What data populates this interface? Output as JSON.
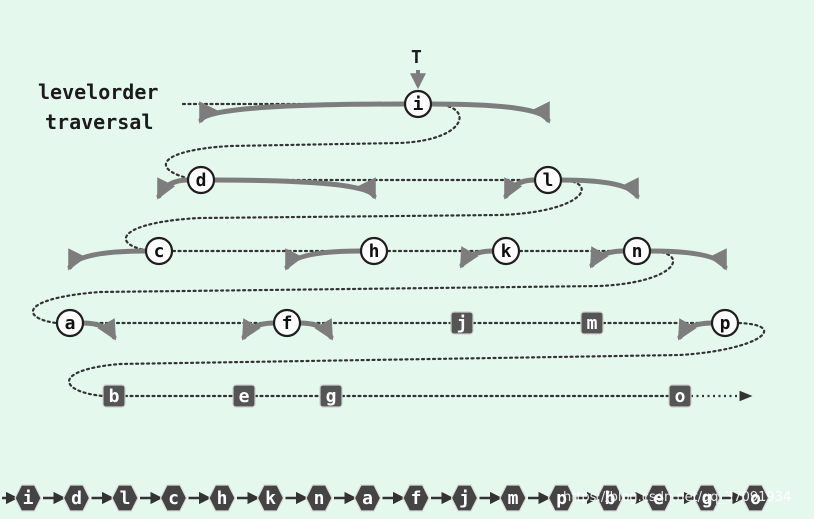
{
  "title_lines": [
    "levelorder",
    "traversal"
  ],
  "root_label": "T",
  "nodes": [
    {
      "id": "i",
      "shape": "circle"
    },
    {
      "id": "d",
      "shape": "circle"
    },
    {
      "id": "l",
      "shape": "circle"
    },
    {
      "id": "c",
      "shape": "circle"
    },
    {
      "id": "h",
      "shape": "circle"
    },
    {
      "id": "k",
      "shape": "circle"
    },
    {
      "id": "n",
      "shape": "circle"
    },
    {
      "id": "a",
      "shape": "circle"
    },
    {
      "id": "f",
      "shape": "circle"
    },
    {
      "id": "j",
      "shape": "square"
    },
    {
      "id": "m",
      "shape": "square"
    },
    {
      "id": "p",
      "shape": "circle"
    },
    {
      "id": "b",
      "shape": "square"
    },
    {
      "id": "e",
      "shape": "square"
    },
    {
      "id": "g",
      "shape": "square"
    },
    {
      "id": "o",
      "shape": "square"
    }
  ],
  "edges": [
    [
      "i",
      "d"
    ],
    [
      "i",
      "l"
    ],
    [
      "d",
      "c"
    ],
    [
      "d",
      "h"
    ],
    [
      "l",
      "k"
    ],
    [
      "l",
      "n"
    ],
    [
      "c",
      "a"
    ],
    [
      "h",
      "f"
    ],
    [
      "k",
      "j"
    ],
    [
      "n",
      "m"
    ],
    [
      "n",
      "p"
    ],
    [
      "a",
      "b"
    ],
    [
      "f",
      "e"
    ],
    [
      "f",
      "g"
    ],
    [
      "p",
      "o"
    ]
  ],
  "traversal_order": [
    "i",
    "d",
    "l",
    "c",
    "h",
    "k",
    "n",
    "a",
    "f",
    "j",
    "m",
    "p",
    "b",
    "e",
    "g",
    "o"
  ],
  "sequence": [
    "i",
    "d",
    "l",
    "c",
    "h",
    "k",
    "n",
    "a",
    "f",
    "j",
    "m",
    "p",
    "b",
    "e",
    "g",
    "o"
  ],
  "watermark": "https://blog.csdn.net/qq_37091934",
  "colors": {
    "background": "#e5f8ee",
    "edge": "#7d7d7d",
    "node_fill": "#ffffff",
    "node_stroke": "#1e1e1e",
    "square_fill": "#555555",
    "hex_fill": "#444444",
    "dotted": "#333333"
  }
}
